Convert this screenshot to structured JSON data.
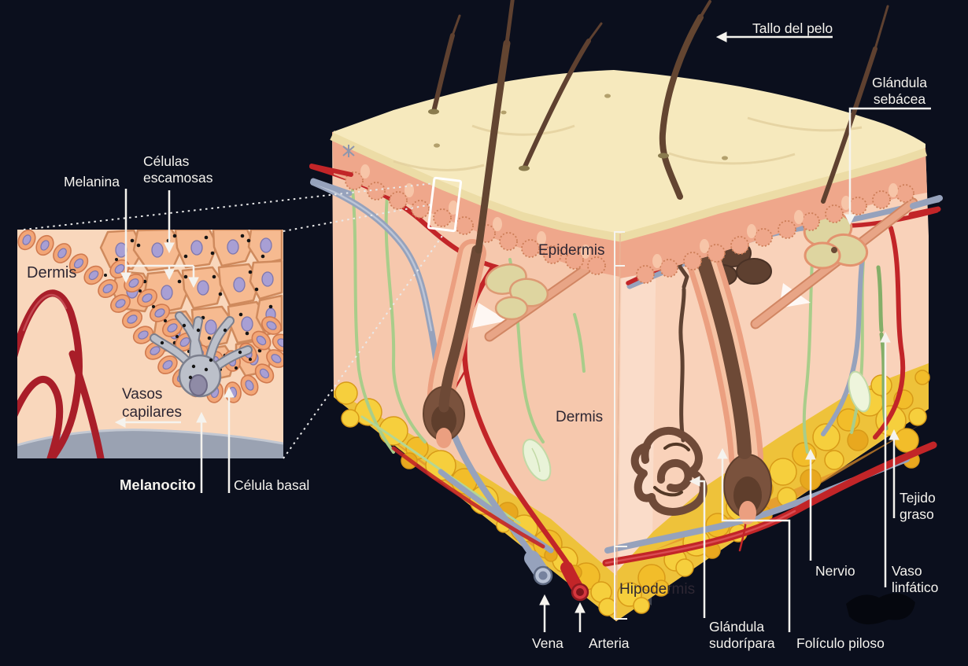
{
  "diagram": {
    "subject": "skin-cross-section-anatomy",
    "language": "es"
  },
  "main": {
    "labels": {
      "tallo_del_pelo": "Tallo del pelo",
      "glandula_sebacea": "Glándula\nsebácea",
      "epidermis": "Epidermis",
      "dermis": "Dermis",
      "hipodermis": "Hipodermis",
      "vena": "Vena",
      "arteria": "Arteria",
      "glandula_sudoripara": "Glándula\nsudorípara",
      "foliculo_piloso": "Folículo piloso",
      "nervio": "Nervio",
      "tejido_graso": "Tejido\ngraso",
      "vaso_linfatico": "Vaso\nlinfático"
    }
  },
  "inset": {
    "labels": {
      "melanina": "Melanina",
      "celulas_escamosas": "Células\nescamosas",
      "dermis": "Dermis",
      "vasos_capilares": "Vasos\ncapilares",
      "melanocito": "Melanocito",
      "celula_basal": "Célula basal"
    }
  },
  "colors": {
    "background": "#0b0f1d",
    "label_white": "#f5f3ee",
    "label_dark": "#2e2733",
    "skin_surface": "#f6e9bd",
    "epidermis": "#efa78b",
    "dermis_left": "#f6c8ad",
    "dermis_right": "#f9d2ba",
    "fat_yellow": "#f2c12c",
    "artery_red": "#c22528",
    "vein_gray_blue": "#96a2bc",
    "nerve_green": "#a9cd8a",
    "hair_brown": "#6d4936",
    "sebaceous_khaki": "#ded5a0",
    "melanocyte_gray": "#bcc0ca",
    "nucleus_purple": "#a89fd4",
    "inset_background": "#f9d7bc"
  }
}
